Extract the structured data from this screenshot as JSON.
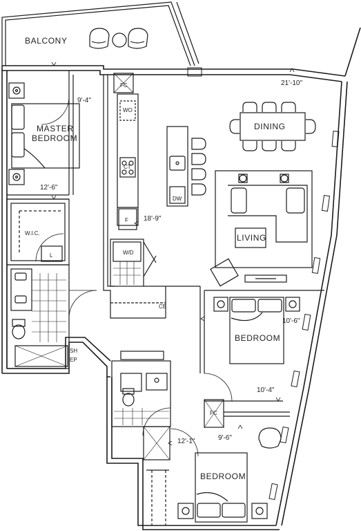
{
  "rooms": {
    "balcony": "BALCONY",
    "master_bedroom_line1": "MASTER",
    "master_bedroom_line2": "BEDROOM",
    "dining": "DINING",
    "living": "LIVING",
    "bedroom_2": "BEDROOM",
    "bedroom_3": "BEDROOM"
  },
  "dimensions": {
    "balcony_width": "21'-10\"",
    "master_bedroom_width": "9'-4\"",
    "wic_width": "12'-6\"",
    "kitchen_length": "18'-9\"",
    "bedroom_2_width": "10'-6\"",
    "hall_width": "10'-4\"",
    "bedroom_3_width": "9'-6\"",
    "bath_length": "12'-1\""
  },
  "fixtures": {
    "fc_top": "FC",
    "fc_bottom": "FC",
    "washer_oven": "WO",
    "cooktop": "CT",
    "dishwasher": "DW",
    "fridge": "F",
    "washer_dryer": "W/D",
    "walk_in_closet": "W.I.C.",
    "linen": "L",
    "closet_bar": "CB",
    "shower_line1": "SH",
    "shower_line2": "EP"
  },
  "colors": {
    "line": "#1a1a1a",
    "wall_fill": "#ffffff"
  }
}
